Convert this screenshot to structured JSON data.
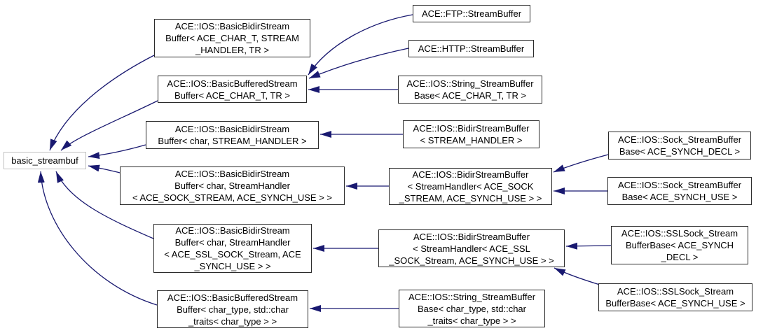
{
  "diagram": {
    "type": "class-inheritance-graph",
    "colors": {
      "arrow": "#191970",
      "node_border": "#2b2b2b",
      "external_node_border": "#c0c0c0",
      "node_background": "#ffffff",
      "page_background": "#ffffff"
    },
    "nodes": {
      "basic_streambuf": {
        "label": "basic_streambuf"
      },
      "basic_bidir_tpl": {
        "label": "ACE::IOS::BasicBidirStream\nBuffer< ACE_CHAR_T, STREAM\n_HANDLER, TR >"
      },
      "basic_buffered_tpl": {
        "label": "ACE::IOS::BasicBufferedStream\nBuffer< ACE_CHAR_T, TR >"
      },
      "basic_bidir_char": {
        "label": "ACE::IOS::BasicBidirStream\nBuffer< char, STREAM_HANDLER >"
      },
      "basic_bidir_sock": {
        "label": "ACE::IOS::BasicBidirStream\nBuffer< char, StreamHandler\n< ACE_SOCK_STREAM, ACE_SYNCH_USE > >"
      },
      "basic_bidir_ssl": {
        "label": "ACE::IOS::BasicBidirStream\nBuffer< char, StreamHandler\n< ACE_SSL_SOCK_Stream, ACE\n_SYNCH_USE > >"
      },
      "basic_buffered_chartype": {
        "label": "ACE::IOS::BasicBufferedStream\nBuffer< char_type, std::char\n_traits< char_type > >"
      },
      "ftp_streambuffer": {
        "label": "ACE::FTP::StreamBuffer"
      },
      "http_streambuffer": {
        "label": "ACE::HTTP::StreamBuffer"
      },
      "string_sb_tpl": {
        "label": "ACE::IOS::String_StreamBuffer\nBase< ACE_CHAR_T, TR >"
      },
      "bidir_sb_handler": {
        "label": "ACE::IOS::BidirStreamBuffer\n< STREAM_HANDLER >"
      },
      "bidir_sb_sock": {
        "label": "ACE::IOS::BidirStreamBuffer\n< StreamHandler< ACE_SOCK\n_STREAM, ACE_SYNCH_USE > >"
      },
      "bidir_sb_ssl": {
        "label": "ACE::IOS::BidirStreamBuffer\n< StreamHandler< ACE_SSL\n_SOCK_Stream, ACE_SYNCH_USE > >"
      },
      "string_sb_chartype": {
        "label": "ACE::IOS::String_StreamBuffer\nBase< char_type, std::char\n_traits< char_type > >"
      },
      "sock_sb_decl": {
        "label": "ACE::IOS::Sock_StreamBuffer\nBase< ACE_SYNCH_DECL >"
      },
      "sock_sb_use": {
        "label": "ACE::IOS::Sock_StreamBuffer\nBase< ACE_SYNCH_USE >"
      },
      "sslsock_sb_decl": {
        "label": "ACE::IOS::SSLSock_Stream\nBufferBase< ACE_SYNCH\n_DECL >"
      },
      "sslsock_sb_use": {
        "label": "ACE::IOS::SSLSock_Stream\nBufferBase< ACE_SYNCH_USE >"
      }
    },
    "edges": [
      {
        "from": "basic_bidir_tpl",
        "to": "basic_streambuf"
      },
      {
        "from": "basic_buffered_tpl",
        "to": "basic_streambuf"
      },
      {
        "from": "basic_bidir_char",
        "to": "basic_streambuf"
      },
      {
        "from": "basic_bidir_sock",
        "to": "basic_streambuf"
      },
      {
        "from": "basic_bidir_ssl",
        "to": "basic_streambuf"
      },
      {
        "from": "basic_buffered_chartype",
        "to": "basic_streambuf"
      },
      {
        "from": "ftp_streambuffer",
        "to": "basic_buffered_tpl"
      },
      {
        "from": "http_streambuffer",
        "to": "basic_buffered_tpl"
      },
      {
        "from": "string_sb_tpl",
        "to": "basic_buffered_tpl"
      },
      {
        "from": "bidir_sb_handler",
        "to": "basic_bidir_char"
      },
      {
        "from": "bidir_sb_sock",
        "to": "basic_bidir_sock"
      },
      {
        "from": "sock_sb_decl",
        "to": "bidir_sb_sock"
      },
      {
        "from": "sock_sb_use",
        "to": "bidir_sb_sock"
      },
      {
        "from": "bidir_sb_ssl",
        "to": "basic_bidir_ssl"
      },
      {
        "from": "sslsock_sb_decl",
        "to": "bidir_sb_ssl"
      },
      {
        "from": "sslsock_sb_use",
        "to": "bidir_sb_ssl"
      },
      {
        "from": "string_sb_chartype",
        "to": "basic_buffered_chartype"
      }
    ]
  }
}
